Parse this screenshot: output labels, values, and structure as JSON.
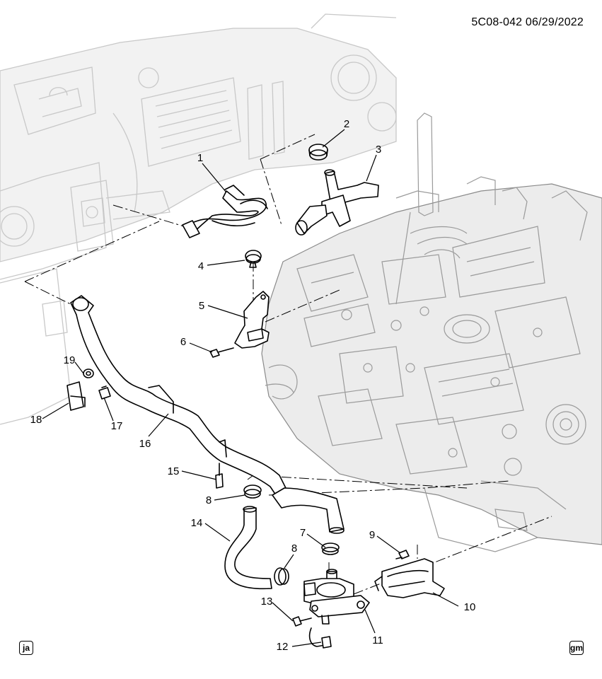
{
  "diagram_code": "5C08-042  06/29/2022",
  "callouts": [
    {
      "id": "c1",
      "label": "1"
    },
    {
      "id": "c2",
      "label": "2"
    },
    {
      "id": "c3",
      "label": "3"
    },
    {
      "id": "c4",
      "label": "4"
    },
    {
      "id": "c5",
      "label": "5"
    },
    {
      "id": "c6",
      "label": "6"
    },
    {
      "id": "c7",
      "label": "7"
    },
    {
      "id": "c8a",
      "label": "8"
    },
    {
      "id": "c8b",
      "label": "8"
    },
    {
      "id": "c9",
      "label": "9"
    },
    {
      "id": "c10",
      "label": "10"
    },
    {
      "id": "c11",
      "label": "11"
    },
    {
      "id": "c12",
      "label": "12"
    },
    {
      "id": "c13",
      "label": "13"
    },
    {
      "id": "c14",
      "label": "14"
    },
    {
      "id": "c15",
      "label": "15"
    },
    {
      "id": "c16",
      "label": "16"
    },
    {
      "id": "c17",
      "label": "17"
    },
    {
      "id": "c18",
      "label": "18"
    },
    {
      "id": "c19",
      "label": "19"
    }
  ],
  "badges": {
    "left": "ja",
    "right": "gm"
  }
}
